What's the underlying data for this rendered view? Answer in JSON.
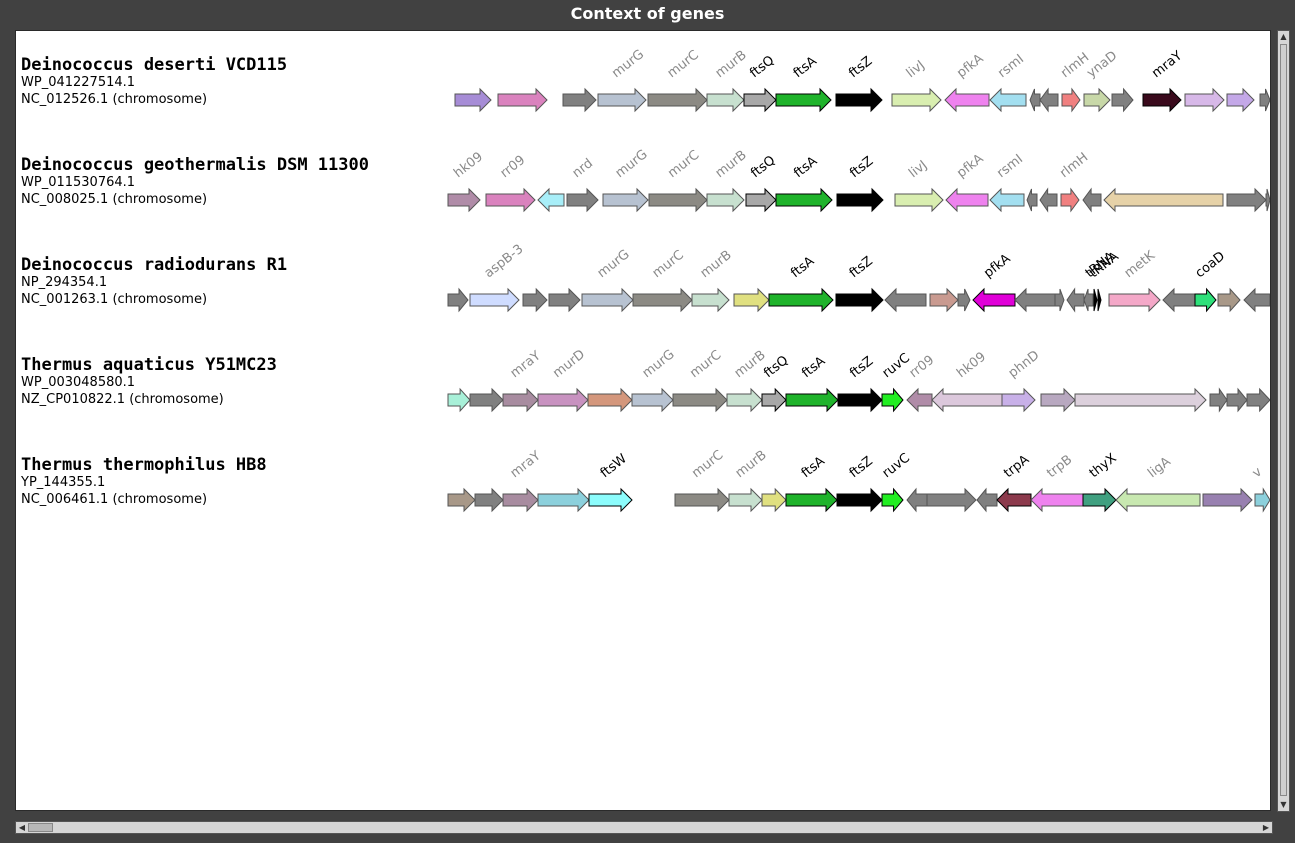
{
  "window": {
    "title": "Context of genes"
  },
  "tracks": [
    {
      "species": "Deinococcus deserti VCD115",
      "accession": "WP_041227514.1",
      "region": "NC_012526.1 (chromosome)",
      "genes": [
        {
          "s": 455,
          "e": 491,
          "d": 1,
          "c": "#a68cd6"
        },
        {
          "s": 498,
          "e": 547,
          "d": 1,
          "c": "#da82be"
        },
        {
          "s": 563,
          "e": 596,
          "d": 1,
          "c": "#808080"
        },
        {
          "s": 598,
          "e": 646,
          "d": 1,
          "c": "#b7c2d1",
          "label": "murG",
          "lc": "#8a8a8a"
        },
        {
          "s": 648,
          "e": 707,
          "d": 1,
          "c": "#8c8a84",
          "label": "murC",
          "lc": "#8a8a8a"
        },
        {
          "s": 707,
          "e": 744,
          "d": 1,
          "c": "#c7e0cf",
          "label": "murB",
          "lc": "#8a8a8a"
        },
        {
          "s": 744,
          "e": 776,
          "d": 1,
          "c": "#a8a8a8",
          "label": "ftsQ",
          "lc": "#000000"
        },
        {
          "s": 776,
          "e": 831,
          "d": 1,
          "c": "#1fb32b",
          "label": "ftsA",
          "lc": "#000000"
        },
        {
          "s": 836,
          "e": 882,
          "d": 1,
          "c": "#000000",
          "label": "ftsZ",
          "lc": "#000000"
        },
        {
          "s": 892,
          "e": 941,
          "d": 1,
          "c": "#d9eeb0",
          "label": "livJ",
          "lc": "#8a8a8a"
        },
        {
          "s": 945,
          "e": 989,
          "d": -1,
          "c": "#ee82ee",
          "label": "pfkA",
          "lc": "#8a8a8a"
        },
        {
          "s": 990,
          "e": 1026,
          "d": -1,
          "c": "#a3dff0",
          "label": "rsmI",
          "lc": "#8a8a8a"
        },
        {
          "s": 1030,
          "e": 1040,
          "d": -1,
          "c": "#808080"
        },
        {
          "s": 1040,
          "e": 1058,
          "d": -1,
          "c": "#808080"
        },
        {
          "s": 1062,
          "e": 1080,
          "d": 1,
          "c": "#f08080",
          "label": "rlmH",
          "lc": "#8a8a8a"
        },
        {
          "s": 1084,
          "e": 1110,
          "d": 1,
          "c": "#c8d8a8",
          "label": "ynaD",
          "lc": "#8a8a8a"
        },
        {
          "s": 1112,
          "e": 1133,
          "d": 1,
          "c": "#808080"
        },
        {
          "s": 1143,
          "e": 1181,
          "d": 1,
          "c": "#3a0a1c",
          "label": "mraY",
          "lc": "#000000"
        },
        {
          "s": 1185,
          "e": 1224,
          "d": 1,
          "c": "#d7b8e8"
        },
        {
          "s": 1227,
          "e": 1254,
          "d": 1,
          "c": "#c4a8e8"
        },
        {
          "s": 1260,
          "e": 1270,
          "d": 1,
          "c": "#808080"
        }
      ]
    },
    {
      "species": "Deinococcus geothermalis DSM 11300",
      "accession": "WP_011530764.1",
      "region": "NC_008025.1 (chromosome)",
      "genes": [
        {
          "s": 448,
          "e": 480,
          "d": 1,
          "c": "#b08ca8",
          "label": "hk09",
          "lc": "#8a8a8a"
        },
        {
          "s": 486,
          "e": 535,
          "d": 1,
          "c": "#da82be",
          "label": "rr09",
          "lc": "#8a8a8a"
        },
        {
          "s": 538,
          "e": 564,
          "d": -1,
          "c": "#a8eef8"
        },
        {
          "s": 567,
          "e": 598,
          "d": 1,
          "c": "#808080",
          "label": "nrd",
          "lc": "#8a8a8a"
        },
        {
          "s": 603,
          "e": 648,
          "d": 1,
          "c": "#b7c2d1",
          "label": "murG",
          "lc": "#8a8a8a"
        },
        {
          "s": 649,
          "e": 707,
          "d": 1,
          "c": "#8c8a84",
          "label": "murC",
          "lc": "#8a8a8a"
        },
        {
          "s": 707,
          "e": 744,
          "d": 1,
          "c": "#c7e0cf",
          "label": "murB",
          "lc": "#8a8a8a"
        },
        {
          "s": 746,
          "e": 776,
          "d": 1,
          "c": "#a8a8a8",
          "label": "ftsQ",
          "lc": "#000000"
        },
        {
          "s": 776,
          "e": 832,
          "d": 1,
          "c": "#1fb32b",
          "label": "ftsA",
          "lc": "#000000"
        },
        {
          "s": 837,
          "e": 883,
          "d": 1,
          "c": "#000000",
          "label": "ftsZ",
          "lc": "#000000"
        },
        {
          "s": 895,
          "e": 943,
          "d": 1,
          "c": "#d9eeb0",
          "label": "livJ",
          "lc": "#8a8a8a"
        },
        {
          "s": 946,
          "e": 988,
          "d": -1,
          "c": "#ee82ee",
          "label": "pfkA",
          "lc": "#8a8a8a"
        },
        {
          "s": 990,
          "e": 1024,
          "d": -1,
          "c": "#a3dff0",
          "label": "rsmI",
          "lc": "#8a8a8a"
        },
        {
          "s": 1027,
          "e": 1037,
          "d": -1,
          "c": "#808080"
        },
        {
          "s": 1040,
          "e": 1057,
          "d": -1,
          "c": "#808080"
        },
        {
          "s": 1061,
          "e": 1079,
          "d": 1,
          "c": "#f08080",
          "label": "rlmH",
          "lc": "#8a8a8a"
        },
        {
          "s": 1083,
          "e": 1101,
          "d": -1,
          "c": "#808080"
        },
        {
          "s": 1104,
          "e": 1223,
          "d": -1,
          "c": "#e6d2a8"
        },
        {
          "s": 1227,
          "e": 1266,
          "d": 1,
          "c": "#808080"
        },
        {
          "s": 1266,
          "e": 1270,
          "d": 1,
          "c": "#808080"
        }
      ]
    },
    {
      "species": "Deinococcus radiodurans R1",
      "accession": "NP_294354.1",
      "region": "NC_001263.1 (chromosome)",
      "genes": [
        {
          "s": 448,
          "e": 468,
          "d": 1,
          "c": "#808080"
        },
        {
          "s": 470,
          "e": 519,
          "d": 1,
          "c": "#cfdcff",
          "label": "aspB-3",
          "lc": "#8a8a8a"
        },
        {
          "s": 523,
          "e": 547,
          "d": 1,
          "c": "#808080"
        },
        {
          "s": 549,
          "e": 580,
          "d": 1,
          "c": "#808080"
        },
        {
          "s": 582,
          "e": 633,
          "d": 1,
          "c": "#b7c2d1",
          "label": "murG",
          "lc": "#8a8a8a"
        },
        {
          "s": 633,
          "e": 692,
          "d": 1,
          "c": "#8c8a84",
          "label": "murC",
          "lc": "#8a8a8a"
        },
        {
          "s": 692,
          "e": 729,
          "d": 1,
          "c": "#c7e0cf",
          "label": "murB",
          "lc": "#8a8a8a"
        },
        {
          "s": 734,
          "e": 769,
          "d": 1,
          "c": "#e0e080"
        },
        {
          "s": 769,
          "e": 833,
          "d": 1,
          "c": "#1fb32b",
          "label": "ftsA",
          "lc": "#000000"
        },
        {
          "s": 836,
          "e": 883,
          "d": 1,
          "c": "#000000",
          "label": "ftsZ",
          "lc": "#000000"
        },
        {
          "s": 885,
          "e": 926,
          "d": -1,
          "c": "#808080"
        },
        {
          "s": 930,
          "e": 958,
          "d": 1,
          "c": "#c99a90"
        },
        {
          "s": 958,
          "e": 970,
          "d": 1,
          "c": "#808080"
        },
        {
          "s": 973,
          "e": 1015,
          "d": -1,
          "c": "#e000d8",
          "label": "pfkA",
          "lc": "#000000"
        },
        {
          "s": 1015,
          "e": 1055,
          "d": -1,
          "c": "#808080"
        },
        {
          "s": 1055,
          "e": 1064,
          "d": 1,
          "c": "#808080"
        },
        {
          "s": 1067,
          "e": 1084,
          "d": -1,
          "c": "#808080"
        },
        {
          "s": 1084,
          "e": 1093,
          "d": -1,
          "c": "#808080"
        },
        {
          "s": 1094,
          "e": 1097,
          "d": 1,
          "c": "#000000",
          "label": "tRNA",
          "lc": "#000000"
        },
        {
          "s": 1098,
          "e": 1101,
          "d": 1,
          "c": "#000000",
          "label": "tRNA",
          "lc": "#000000"
        },
        {
          "s": 1109,
          "e": 1160,
          "d": 1,
          "c": "#f4a8c8",
          "label": "metK",
          "lc": "#8a8a8a"
        },
        {
          "s": 1163,
          "e": 1195,
          "d": -1,
          "c": "#808080"
        },
        {
          "s": 1195,
          "e": 1216,
          "d": 1,
          "c": "#2ee07a",
          "label": "coaD",
          "lc": "#000000"
        },
        {
          "s": 1218,
          "e": 1240,
          "d": 1,
          "c": "#a89888"
        },
        {
          "s": 1244,
          "e": 1270,
          "d": -1,
          "c": "#808080"
        }
      ]
    },
    {
      "species": "Thermus aquaticus Y51MC23",
      "accession": "WP_003048580.1",
      "region": "NZ_CP010822.1 (chromosome)",
      "genes": [
        {
          "s": 448,
          "e": 470,
          "d": 1,
          "c": "#a8f0d8"
        },
        {
          "s": 470,
          "e": 503,
          "d": 1,
          "c": "#808080"
        },
        {
          "s": 503,
          "e": 538,
          "d": 1,
          "c": "#a88ca0",
          "label": "mraY",
          "lc": "#8a8a8a"
        },
        {
          "s": 538,
          "e": 588,
          "d": 1,
          "c": "#c892c0",
          "label": "murD",
          "lc": "#8a8a8a"
        },
        {
          "s": 588,
          "e": 632,
          "d": 1,
          "c": "#d4977c"
        },
        {
          "s": 632,
          "e": 673,
          "d": 1,
          "c": "#b7c2d1",
          "label": "murG",
          "lc": "#8a8a8a"
        },
        {
          "s": 673,
          "e": 727,
          "d": 1,
          "c": "#8c8a84",
          "label": "murC",
          "lc": "#8a8a8a"
        },
        {
          "s": 727,
          "e": 762,
          "d": 1,
          "c": "#c7e0cf",
          "label": "murB",
          "lc": "#8a8a8a"
        },
        {
          "s": 762,
          "e": 786,
          "d": 1,
          "c": "#a8a8a8",
          "label": "ftsQ",
          "lc": "#000000"
        },
        {
          "s": 786,
          "e": 838,
          "d": 1,
          "c": "#1fb32b",
          "label": "ftsA",
          "lc": "#000000"
        },
        {
          "s": 838,
          "e": 882,
          "d": 1,
          "c": "#000000",
          "label": "ftsZ",
          "lc": "#000000"
        },
        {
          "s": 882,
          "e": 903,
          "d": 1,
          "c": "#22ee22",
          "label": "ruvC",
          "lc": "#000000"
        },
        {
          "s": 907,
          "e": 932,
          "d": -1,
          "c": "#b08ca8",
          "label": "rr09",
          "lc": "#8a8a8a"
        },
        {
          "s": 932,
          "e": 1002,
          "d": -1,
          "c": "#dcc8dc",
          "label": "hk09",
          "lc": "#8a8a8a"
        },
        {
          "s": 1002,
          "e": 1035,
          "d": 1,
          "c": "#c8b0e8",
          "label": "phnD",
          "lc": "#8a8a8a"
        },
        {
          "s": 1041,
          "e": 1075,
          "d": 1,
          "c": "#b8a8c0"
        },
        {
          "s": 1075,
          "e": 1206,
          "d": 1,
          "c": "#dcd0dc"
        },
        {
          "s": 1210,
          "e": 1227,
          "d": 1,
          "c": "#808080"
        },
        {
          "s": 1227,
          "e": 1247,
          "d": 1,
          "c": "#808080"
        },
        {
          "s": 1247,
          "e": 1270,
          "d": 1,
          "c": "#808080"
        }
      ]
    },
    {
      "species": "Thermus thermophilus HB8",
      "accession": "YP_144355.1",
      "region": "NC_006461.1 (chromosome)",
      "genes": [
        {
          "s": 448,
          "e": 475,
          "d": 1,
          "c": "#a89888"
        },
        {
          "s": 475,
          "e": 503,
          "d": 1,
          "c": "#808080"
        },
        {
          "s": 503,
          "e": 538,
          "d": 1,
          "c": "#a88ca0",
          "label": "mraY",
          "lc": "#8a8a8a"
        },
        {
          "s": 538,
          "e": 589,
          "d": 1,
          "c": "#8cd0dc"
        },
        {
          "s": 589,
          "e": 632,
          "d": 1,
          "c": "#8cfcfc",
          "label": "ftsW",
          "lc": "#000000"
        },
        {
          "s": 675,
          "e": 729,
          "d": 1,
          "c": "#8c8a84",
          "label": "murC",
          "lc": "#8a8a8a"
        },
        {
          "s": 729,
          "e": 762,
          "d": 1,
          "c": "#c7e0cf",
          "label": "murB",
          "lc": "#8a8a8a"
        },
        {
          "s": 762,
          "e": 786,
          "d": 1,
          "c": "#e0e080"
        },
        {
          "s": 786,
          "e": 837,
          "d": 1,
          "c": "#1fb32b",
          "label": "ftsA",
          "lc": "#000000"
        },
        {
          "s": 837,
          "e": 882,
          "d": 1,
          "c": "#000000",
          "label": "ftsZ",
          "lc": "#000000"
        },
        {
          "s": 882,
          "e": 903,
          "d": 1,
          "c": "#22ee22",
          "label": "ruvC",
          "lc": "#000000"
        },
        {
          "s": 907,
          "e": 927,
          "d": -1,
          "c": "#808080"
        },
        {
          "s": 927,
          "e": 976,
          "d": 1,
          "c": "#808080"
        },
        {
          "s": 977,
          "e": 997,
          "d": -1,
          "c": "#808080"
        },
        {
          "s": 997,
          "e": 1031,
          "d": -1,
          "c": "#8c3a4c",
          "label": "trpA",
          "lc": "#000000"
        },
        {
          "s": 1031,
          "e": 1083,
          "d": -1,
          "c": "#ee82ee",
          "label": "trpB",
          "lc": "#8a8a8a"
        },
        {
          "s": 1083,
          "e": 1116,
          "d": 1,
          "c": "#40a080",
          "label": "thyX",
          "lc": "#000000"
        },
        {
          "s": 1116,
          "e": 1200,
          "d": -1,
          "c": "#c8e8b0",
          "label": "ligA",
          "lc": "#8a8a8a"
        },
        {
          "s": 1203,
          "e": 1252,
          "d": 1,
          "c": "#9880b0"
        },
        {
          "s": 1255,
          "e": 1270,
          "d": 1,
          "c": "#8cd0dc",
          "label": "v",
          "lc": "#8a8a8a"
        }
      ]
    }
  ]
}
